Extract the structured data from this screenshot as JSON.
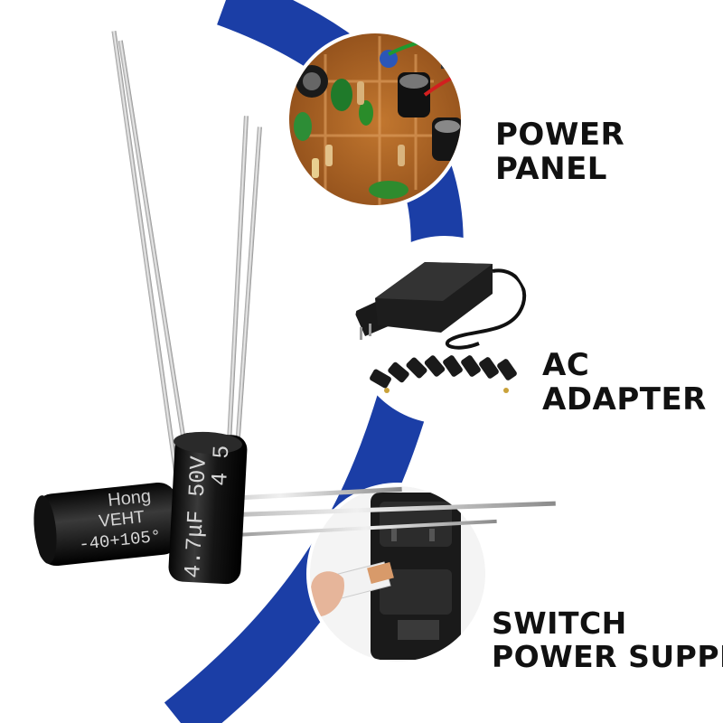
{
  "colors": {
    "arc": "#1b3ea6",
    "background": "#ffffff",
    "capacitor_body": "#161616",
    "lead": "#c9c9c9"
  },
  "capacitor_left": {
    "brand": "VEHT",
    "print": "Hong",
    "temp": "-40+105°"
  },
  "capacitor_right": {
    "rating": "4.7μF 50V",
    "digit": "4 5"
  },
  "callouts": [
    {
      "id": "power-panel",
      "lines": [
        "POWER",
        "PANEL"
      ],
      "icon": "circuit-board-photo"
    },
    {
      "id": "ac-adapter",
      "lines": [
        "AC",
        "ADAPTER"
      ],
      "icon": "ac-adapter-photo"
    },
    {
      "id": "switch-power-supply",
      "lines": [
        "SWITCH",
        "POWER SUPPLY"
      ],
      "icon": "switch-power-supply-photo"
    }
  ]
}
